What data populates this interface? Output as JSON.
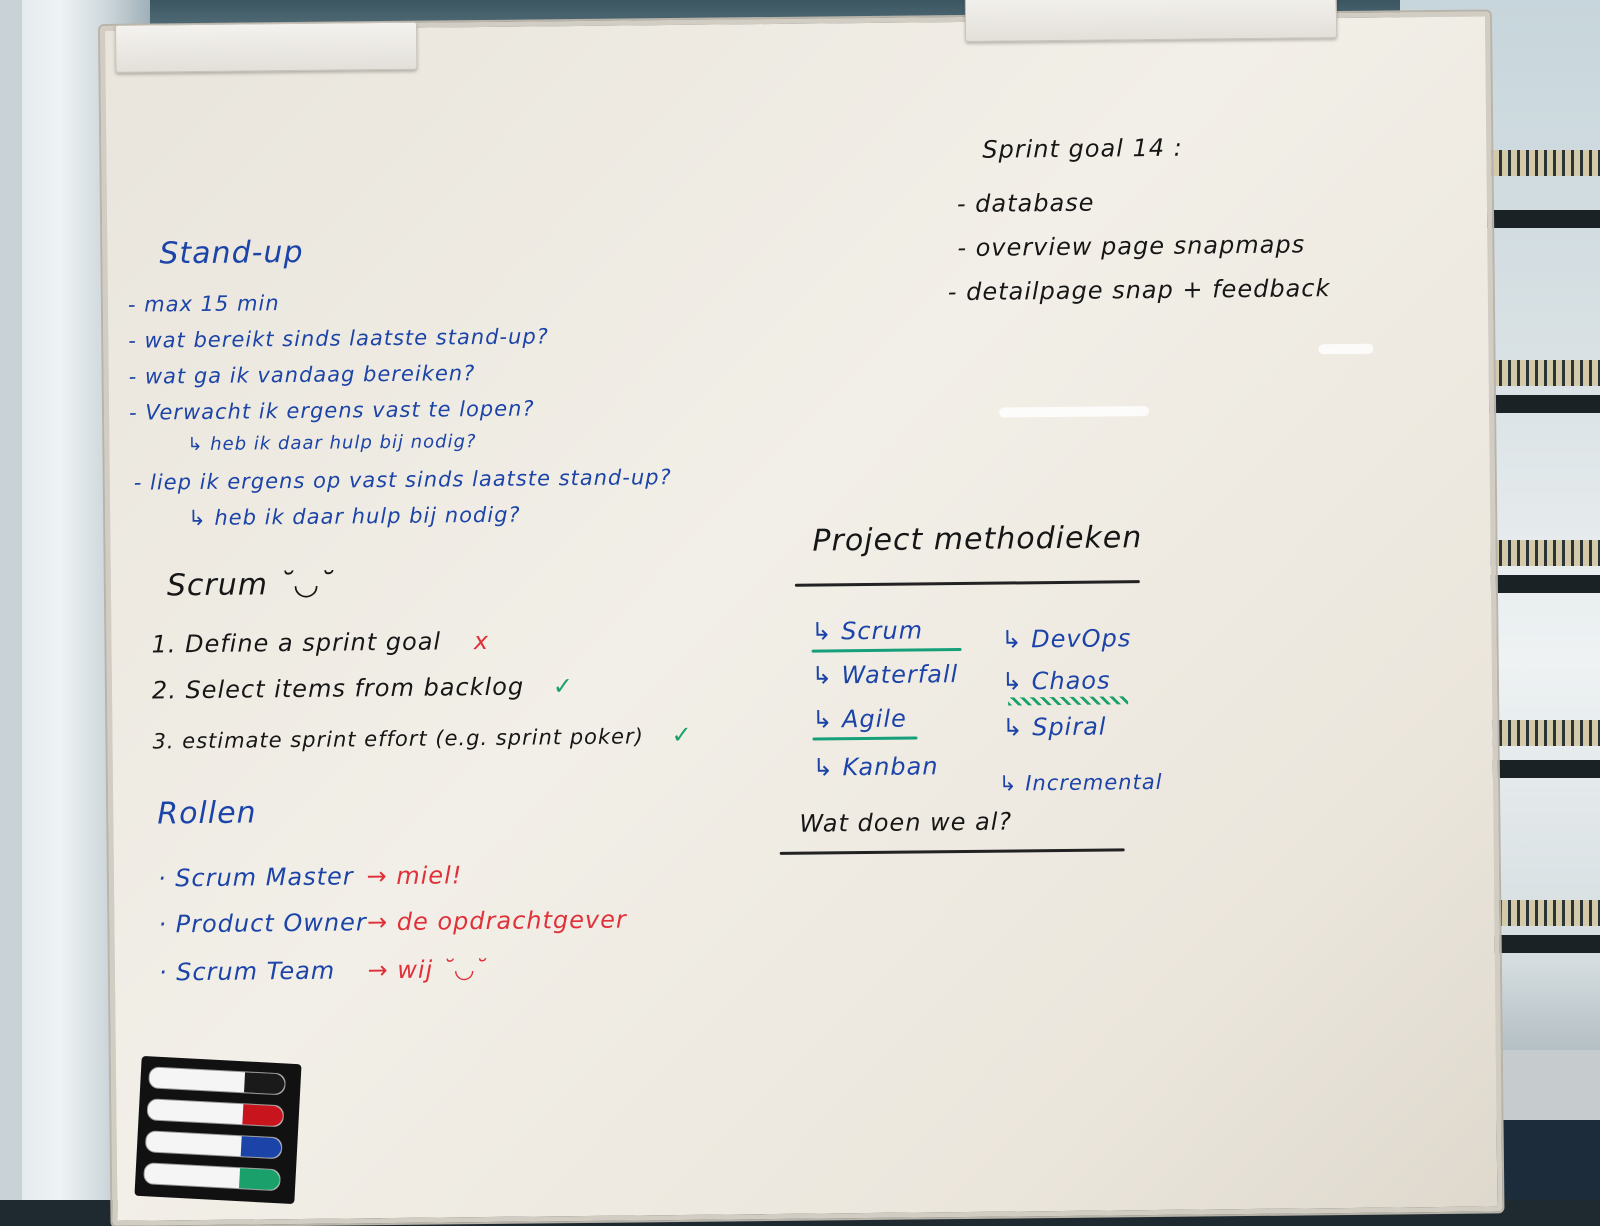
{
  "standup": {
    "title": "Stand-up",
    "items": [
      "- max 15 min",
      "- wat bereikt sinds laatste stand-up?",
      "- wat ga ik vandaag bereiken?",
      "- Verwacht ik ergens vast te lopen?",
      "↳ heb ik daar hulp bij nodig?",
      "- liep ik ergens op vast sinds laatste stand-up?",
      "↳ heb ik daar hulp bij nodig?"
    ]
  },
  "scrum": {
    "title": "Scrum ˘◡˘",
    "steps": [
      {
        "text": "1. Define a sprint goal",
        "mark": "x"
      },
      {
        "text": "2. Select items from backlog",
        "mark": "✓"
      },
      {
        "text": "3. estimate sprint effort (e.g. sprint poker)",
        "mark": "✓"
      }
    ]
  },
  "rollen": {
    "title": "Rollen",
    "items": [
      {
        "role": "· Scrum Master",
        "who": "→ miel!"
      },
      {
        "role": "· Product Owner",
        "who": "→ de opdrachtgever"
      },
      {
        "role": "· Scrum Team",
        "who": "→ wij ˘◡˘"
      }
    ]
  },
  "sprint_goal": {
    "title": "Sprint goal 14 :",
    "items": [
      "- database",
      "- overview page   snapmaps",
      "- detailpage snap + feedback"
    ]
  },
  "methodieken": {
    "title": "Project methodieken",
    "left": [
      "↳ Scrum",
      "↳ Waterfall",
      "↳ Agile",
      "↳ Kanban"
    ],
    "right": [
      "↳ DevOps",
      "↳ Chaos",
      "↳ Spiral",
      "↳ Incremental"
    ],
    "question": "Wat doen we al?"
  },
  "colors": {
    "blue_marker": "#1c44a8",
    "black_marker": "#161616",
    "red_marker": "#e0303a",
    "green_marker": "#1aa06a"
  }
}
